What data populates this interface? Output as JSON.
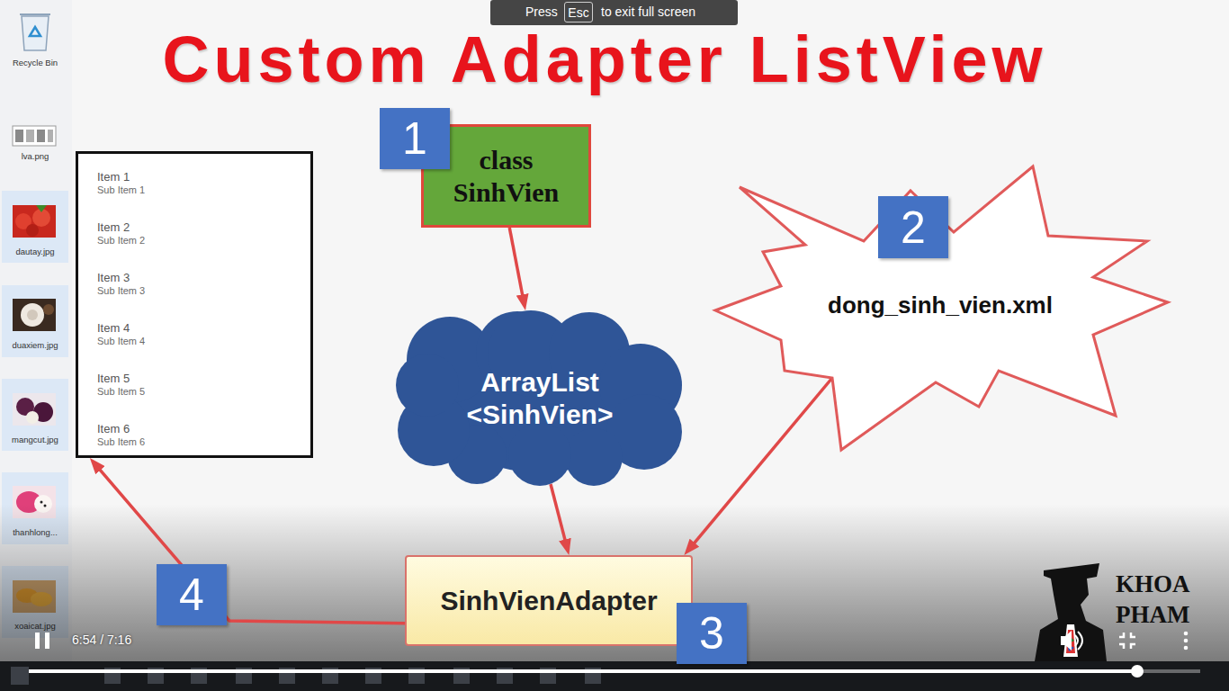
{
  "diagram": {
    "title": "Custom Adapter ListView",
    "nodes": [
      {
        "text": [
          "class SinhVien"
        ]
      },
      {
        "text": [
          "dong_sinh_vien.xml"
        ]
      },
      {
        "text": [
          "ArrayList <SinhVien>"
        ]
      },
      {
        "text": [
          "SinhVienAdapter"
        ]
      },
      {
        "text": [
          "Item 1",
          "Sub Item 1",
          "Item 2",
          "Sub Item 2",
          "Item 3",
          "Sub Item 3",
          "Item 4",
          "Sub Item 4",
          "Item 5",
          "Sub Item 5",
          "Item 6",
          "Sub Item 6"
        ]
      }
    ],
    "edges": [
      {
        "from": 0,
        "to": 2,
        "arrow": "to"
      },
      {
        "from": 2,
        "to": 3,
        "arrow": "to"
      },
      {
        "from": 1,
        "to": 3,
        "arrow": "to"
      },
      {
        "from": 3,
        "to": 4,
        "arrow": "to"
      }
    ],
    "labels": [
      "1",
      "2",
      "3",
      "4",
      "Press",
      "Esc",
      "to exit full screen",
      "Recycle Bin",
      "lva.png",
      "dautay.jpg",
      "duaxiem.jpg",
      "mangcut.jpg",
      "thanhlong...",
      "xoaicat.jpg",
      "6:54 / 7:16",
      "KHOA",
      "PHAM"
    ]
  }
}
